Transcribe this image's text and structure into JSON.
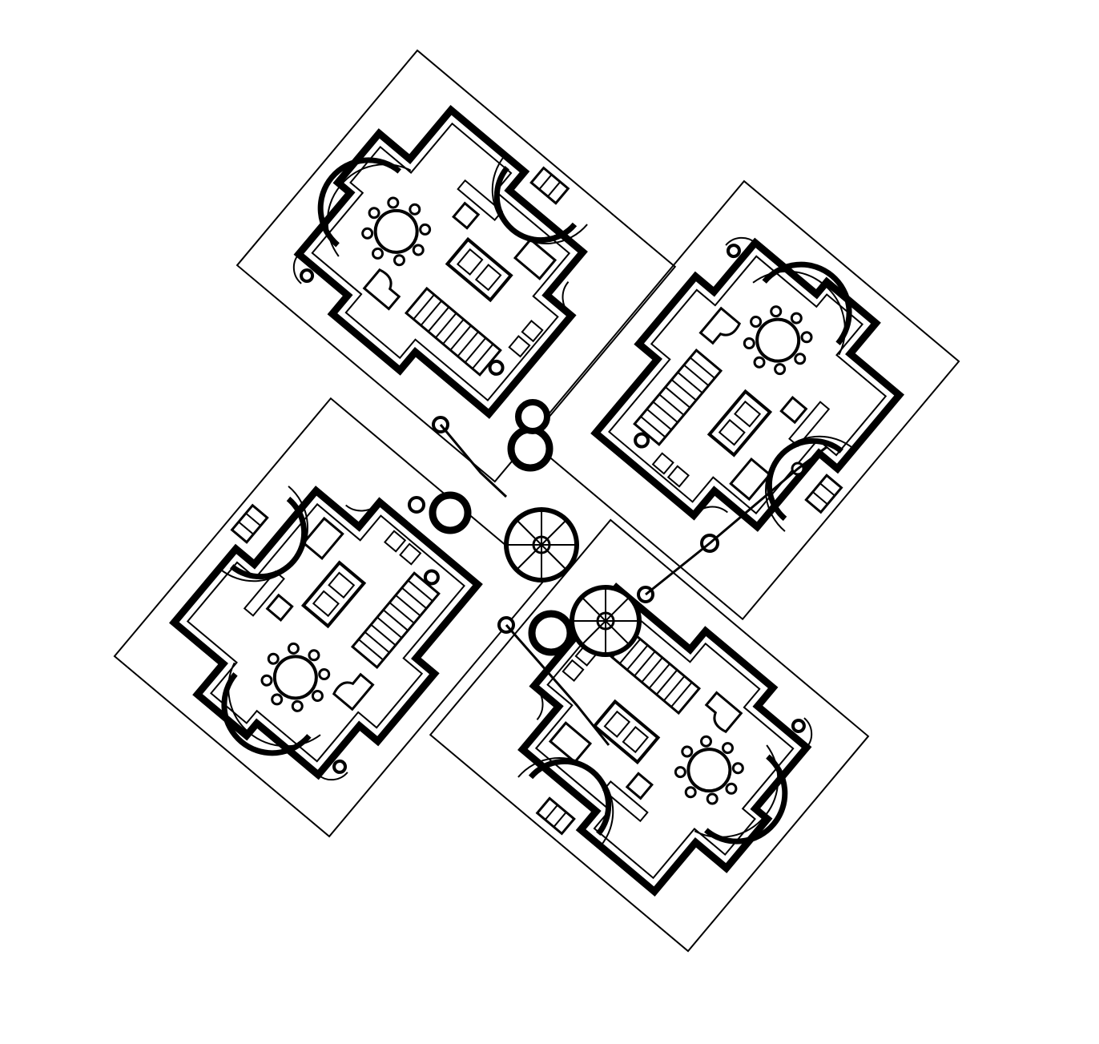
{
  "drawing": {
    "ink_color": "#000000",
    "paper_color": "#ffffff"
  },
  "units": [
    {
      "id": "nw",
      "rotation": -40
    },
    {
      "id": "ne",
      "rotation": 50
    },
    {
      "id": "sw",
      "rotation": 230
    },
    {
      "id": "se",
      "rotation": 140
    }
  ],
  "core": {
    "spiral_stairs": 2,
    "lift_shafts": 4
  }
}
